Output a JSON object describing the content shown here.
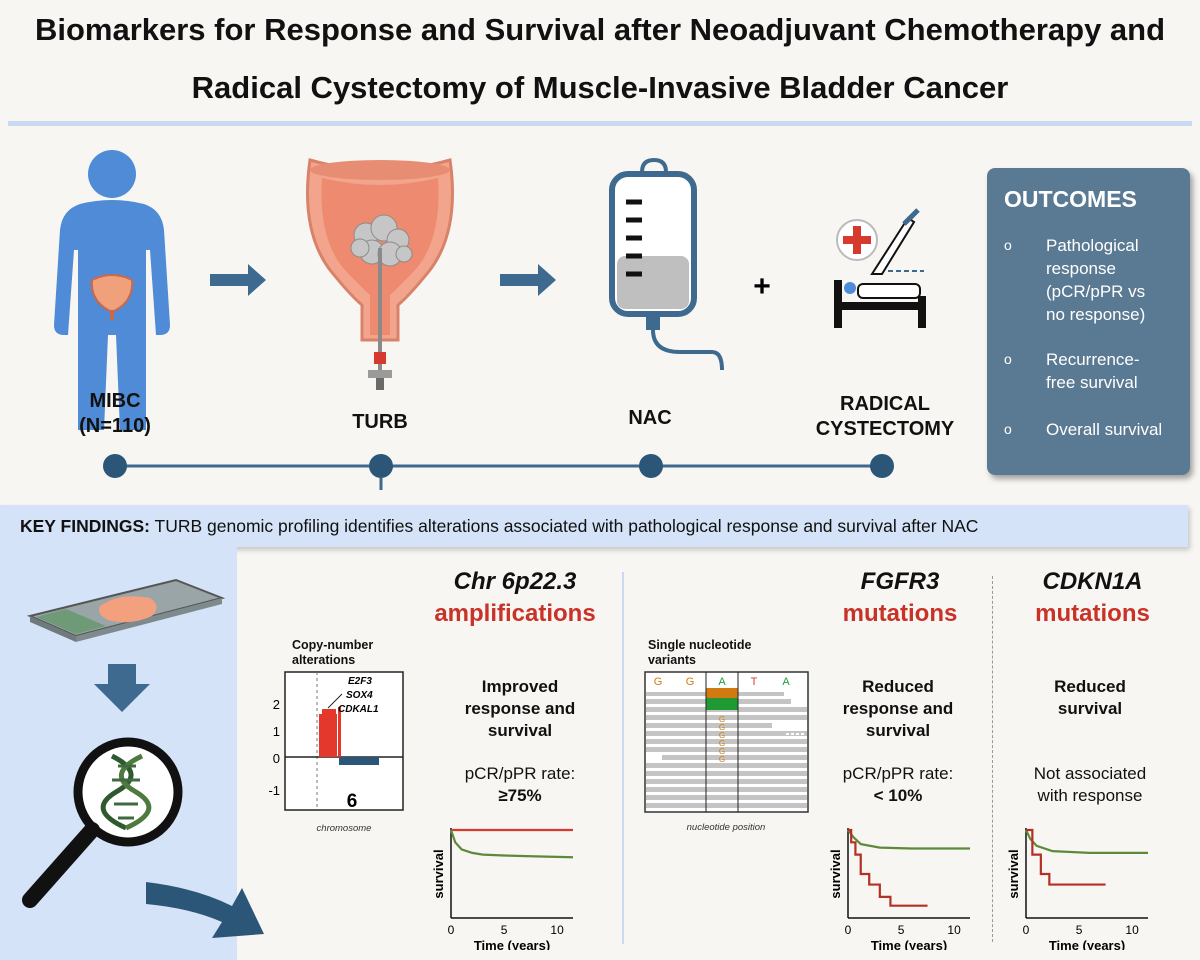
{
  "title": {
    "line1": "Biomarkers for Response and Survival after Neoadjuvant Chemotherapy and",
    "line2": "Radical Cystectomy of Muscle-Invasive Bladder Cancer"
  },
  "stages": [
    {
      "line1": "MIBC",
      "line2": "(N=110)"
    },
    {
      "line1": "TURB",
      "line2": ""
    },
    {
      "line1": "NAC",
      "line2": ""
    },
    {
      "line1": "RADICAL",
      "line2": "CYSTECTOMY"
    }
  ],
  "plus_sign": "+",
  "outcomes": {
    "heading": "OUTCOMES",
    "bullet": "o",
    "items": [
      {
        "l1": "Pathological",
        "l2": "response",
        "l3": "(pCR/pPR vs",
        "l4": "no response)"
      },
      {
        "l1": "Recurrence-",
        "l2": "free survival"
      },
      {
        "l1": "Overall survival"
      }
    ]
  },
  "key_findings": {
    "label": "KEY FINDINGS:",
    "text": " TURB genomic profiling identifies alterations associated with pathological response and survival after NAC"
  },
  "cna": {
    "title_it": "Chr 6p22.3",
    "title_red": "amplifications",
    "panel_title_l1": "Copy-number",
    "panel_title_l2": "alterations",
    "genes": [
      "E2F3",
      "SOX4",
      "CDKAL1"
    ],
    "yticks": [
      "2",
      "1",
      "0",
      "-1"
    ],
    "chrom_number": "6",
    "xlabel": "chromosome",
    "effect_l1": "Improved",
    "effect_l2": "response and",
    "effect_l3": "survival",
    "rate_label": "pCR/pPR rate:",
    "rate_value": "≥75%"
  },
  "fgfr3": {
    "title_it": "FGFR3",
    "title_red": "mutations",
    "panel_title_l1": "Single nucleotide",
    "panel_title_l2": "variants",
    "bases": [
      "G",
      "G",
      "A",
      "T",
      "A"
    ],
    "alt_base": "G",
    "xlabel": "nucleotide position",
    "effect_l1": "Reduced",
    "effect_l2": "response and",
    "effect_l3": "survival",
    "rate_label": "pCR/pPR rate:",
    "rate_value": "< 10%"
  },
  "cdkn1a": {
    "title_it": "CDKN1A",
    "title_red": "mutations",
    "effect_l1": "Reduced",
    "effect_l2": "survival",
    "note_l1": "Not associated",
    "note_l2": "with response"
  },
  "km_common": {
    "ylabel": "survival",
    "xlabel": "Time (years)",
    "xticks": [
      "0",
      "5",
      "10"
    ]
  },
  "chart_data": [
    {
      "type": "line",
      "name_hint": "chr6p22.3",
      "xlabel": "Time (years)",
      "ylabel": "survival",
      "xlim": [
        0,
        11.5
      ],
      "ylim": [
        0,
        1
      ],
      "series": [
        {
          "color": "#d63a2e",
          "points": [
            [
              0,
              1.0
            ],
            [
              11.5,
              1.0
            ]
          ]
        },
        {
          "color": "#5c8a3a",
          "points": [
            [
              0,
              1.0
            ],
            [
              0.4,
              0.86
            ],
            [
              1,
              0.78
            ],
            [
              2,
              0.74
            ],
            [
              3,
              0.72
            ],
            [
              5,
              0.71
            ],
            [
              8,
              0.7
            ],
            [
              11.5,
              0.69
            ]
          ]
        }
      ]
    },
    {
      "type": "line",
      "name_hint": "fgfr3",
      "xlabel": "Time (years)",
      "ylabel": "survival",
      "xlim": [
        0,
        11.5
      ],
      "ylim": [
        0,
        1
      ],
      "series": [
        {
          "color": "#5c8a3a",
          "points": [
            [
              0,
              1.0
            ],
            [
              0.5,
              0.92
            ],
            [
              1.2,
              0.84
            ],
            [
              3,
              0.8
            ],
            [
              6,
              0.79
            ],
            [
              11.5,
              0.79
            ]
          ]
        },
        {
          "color": "#b43024",
          "points": [
            [
              0,
              1.0
            ],
            [
              0.3,
              0.86
            ],
            [
              0.7,
              0.72
            ],
            [
              1.2,
              0.5
            ],
            [
              2,
              0.38
            ],
            [
              3,
              0.24
            ],
            [
              4,
              0.14
            ],
            [
              7.5,
              0.14
            ]
          ]
        }
      ]
    },
    {
      "type": "line",
      "name_hint": "cdkn1a",
      "xlabel": "Time (years)",
      "ylabel": "survival",
      "xlim": [
        0,
        11.5
      ],
      "ylim": [
        0,
        1
      ],
      "series": [
        {
          "color": "#5c8a3a",
          "points": [
            [
              0,
              1.0
            ],
            [
              0.4,
              0.9
            ],
            [
              1.0,
              0.82
            ],
            [
              2.5,
              0.76
            ],
            [
              6,
              0.74
            ],
            [
              11.5,
              0.74
            ]
          ]
        },
        {
          "color": "#b43024",
          "points": [
            [
              0,
              1.0
            ],
            [
              0.6,
              0.72
            ],
            [
              1.4,
              0.5
            ],
            [
              2.2,
              0.38
            ],
            [
              7.5,
              0.38
            ]
          ]
        }
      ]
    }
  ]
}
